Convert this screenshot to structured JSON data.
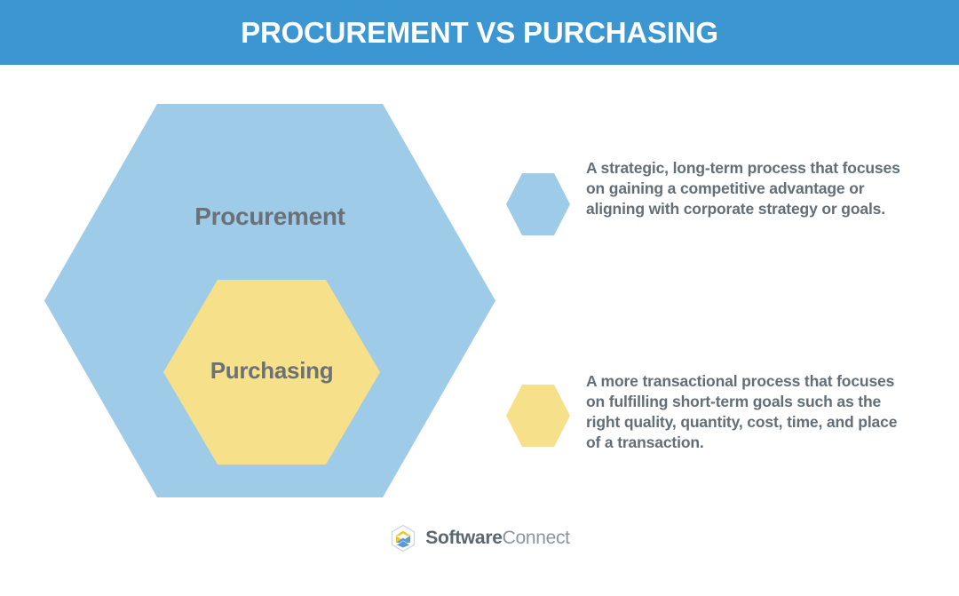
{
  "header": {
    "title": "PROCUREMENT VS PURCHASING",
    "background_color": "#3b96d2",
    "text_color": "#ffffff"
  },
  "diagram": {
    "type": "nested-hexagon-venn",
    "outer": {
      "label": "Procurement",
      "color": "#9ecbe8",
      "shape": "hexagon"
    },
    "inner": {
      "label": "Purchasing",
      "color": "#f6e08a",
      "shape": "hexagon"
    },
    "label_color": "#6b7176"
  },
  "legend": {
    "items": [
      {
        "swatch_color": "#9ecbe8",
        "swatch_shape": "hexagon",
        "description": "A strategic, long-term process that focuses on gaining a competitive advantage or aligning with corporate strategy or goals."
      },
      {
        "swatch_color": "#f6e08a",
        "swatch_shape": "hexagon",
        "description": " A more transactional process that focuses on fulfilling short-term goals such as the right quality, quantity, cost, time, and place of a transaction."
      }
    ],
    "text_color": "#636e76"
  },
  "footer": {
    "logo_icon": "hexagon-swoosh-logo-icon",
    "brand_bold": "Software",
    "brand_light": "Connect",
    "brand_bold_color": "#5a6670",
    "brand_light_color": "#8d959b"
  }
}
